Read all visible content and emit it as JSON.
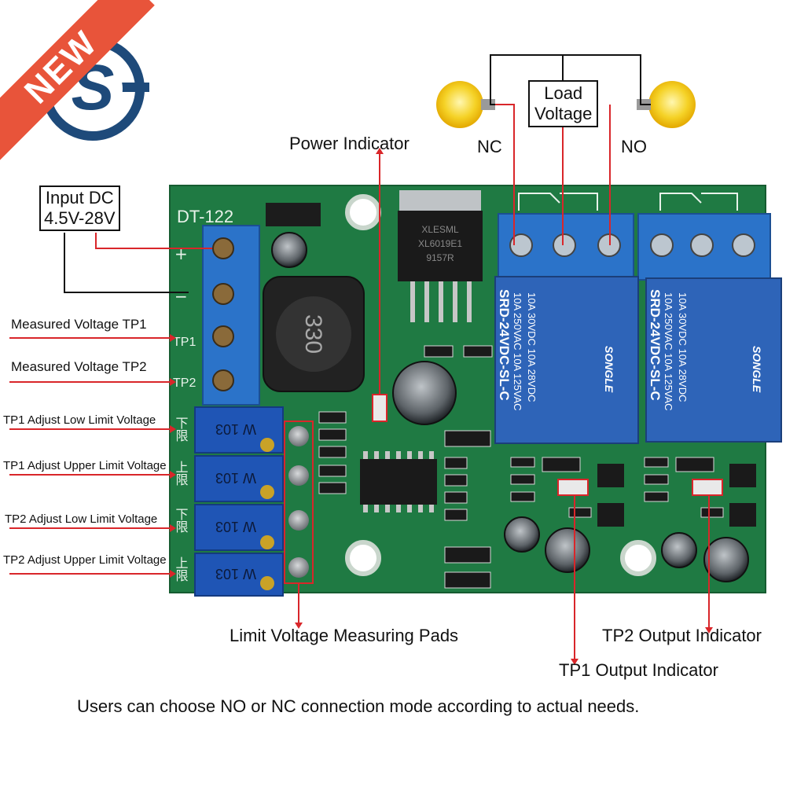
{
  "badge": {
    "text": "NEW"
  },
  "logo": {
    "letter": "S",
    "icon": "brand-s-logo-icon"
  },
  "board": {
    "model": "DT-122",
    "converter_chip": [
      "XLESML",
      "XL6019E1",
      "9157R"
    ],
    "inductor_code": "330",
    "terminal_marks": [
      "+",
      "−",
      "TP1",
      "TP2"
    ],
    "pot_codes": [
      "W 103",
      "W 103",
      "W 103",
      "W 103"
    ],
    "pot_side_marks": [
      "下限",
      "上限",
      "下限",
      "上限"
    ],
    "relays": [
      {
        "lines": [
          "10A 250VAC 10A 125VAC",
          "10A 30VDC 10A 28VDC",
          "SRD-24VDC-SL-C"
        ],
        "brand": "SONGLE"
      },
      {
        "lines": [
          "10A 250VAC 10A 125VAC",
          "10A 30VDC 10A 28VDC",
          "SRD-24VDC-SL-C"
        ],
        "brand": "SONGLE"
      }
    ]
  },
  "labels": {
    "input_line1": "Input DC",
    "input_line2": "4.5V-28V",
    "power_indicator": "Power Indicator",
    "load_line1": "Load",
    "load_line2": "Voltage",
    "nc": "NC",
    "no": "NO",
    "tp1": "Measured Voltage TP1",
    "tp2": "Measured Voltage TP2",
    "tp1_low": "TP1 Adjust Low Limit Voltage",
    "tp1_up": "TP1 Adjust Upper Limit Voltage",
    "tp2_low": "TP2 Adjust Low Limit Voltage",
    "tp2_up": "TP2 Adjust Upper Limit Voltage",
    "pads": "Limit Voltage Measuring Pads",
    "tp2_out": "TP2 Output Indicator",
    "tp1_out": "TP1 Output Indicator",
    "footer": "Users can choose NO or NC connection mode according to actual needs."
  },
  "colors": {
    "pcb": "#1f7a43",
    "terminal_blue": "#2b73c9",
    "relay_blue": "#2e64b8",
    "pot_blue": "#1f55b5",
    "callout_red": "#d9262a",
    "badge": "#e8543a",
    "logo_blue": "#1e4a7a",
    "bulb": "#f5d226"
  }
}
